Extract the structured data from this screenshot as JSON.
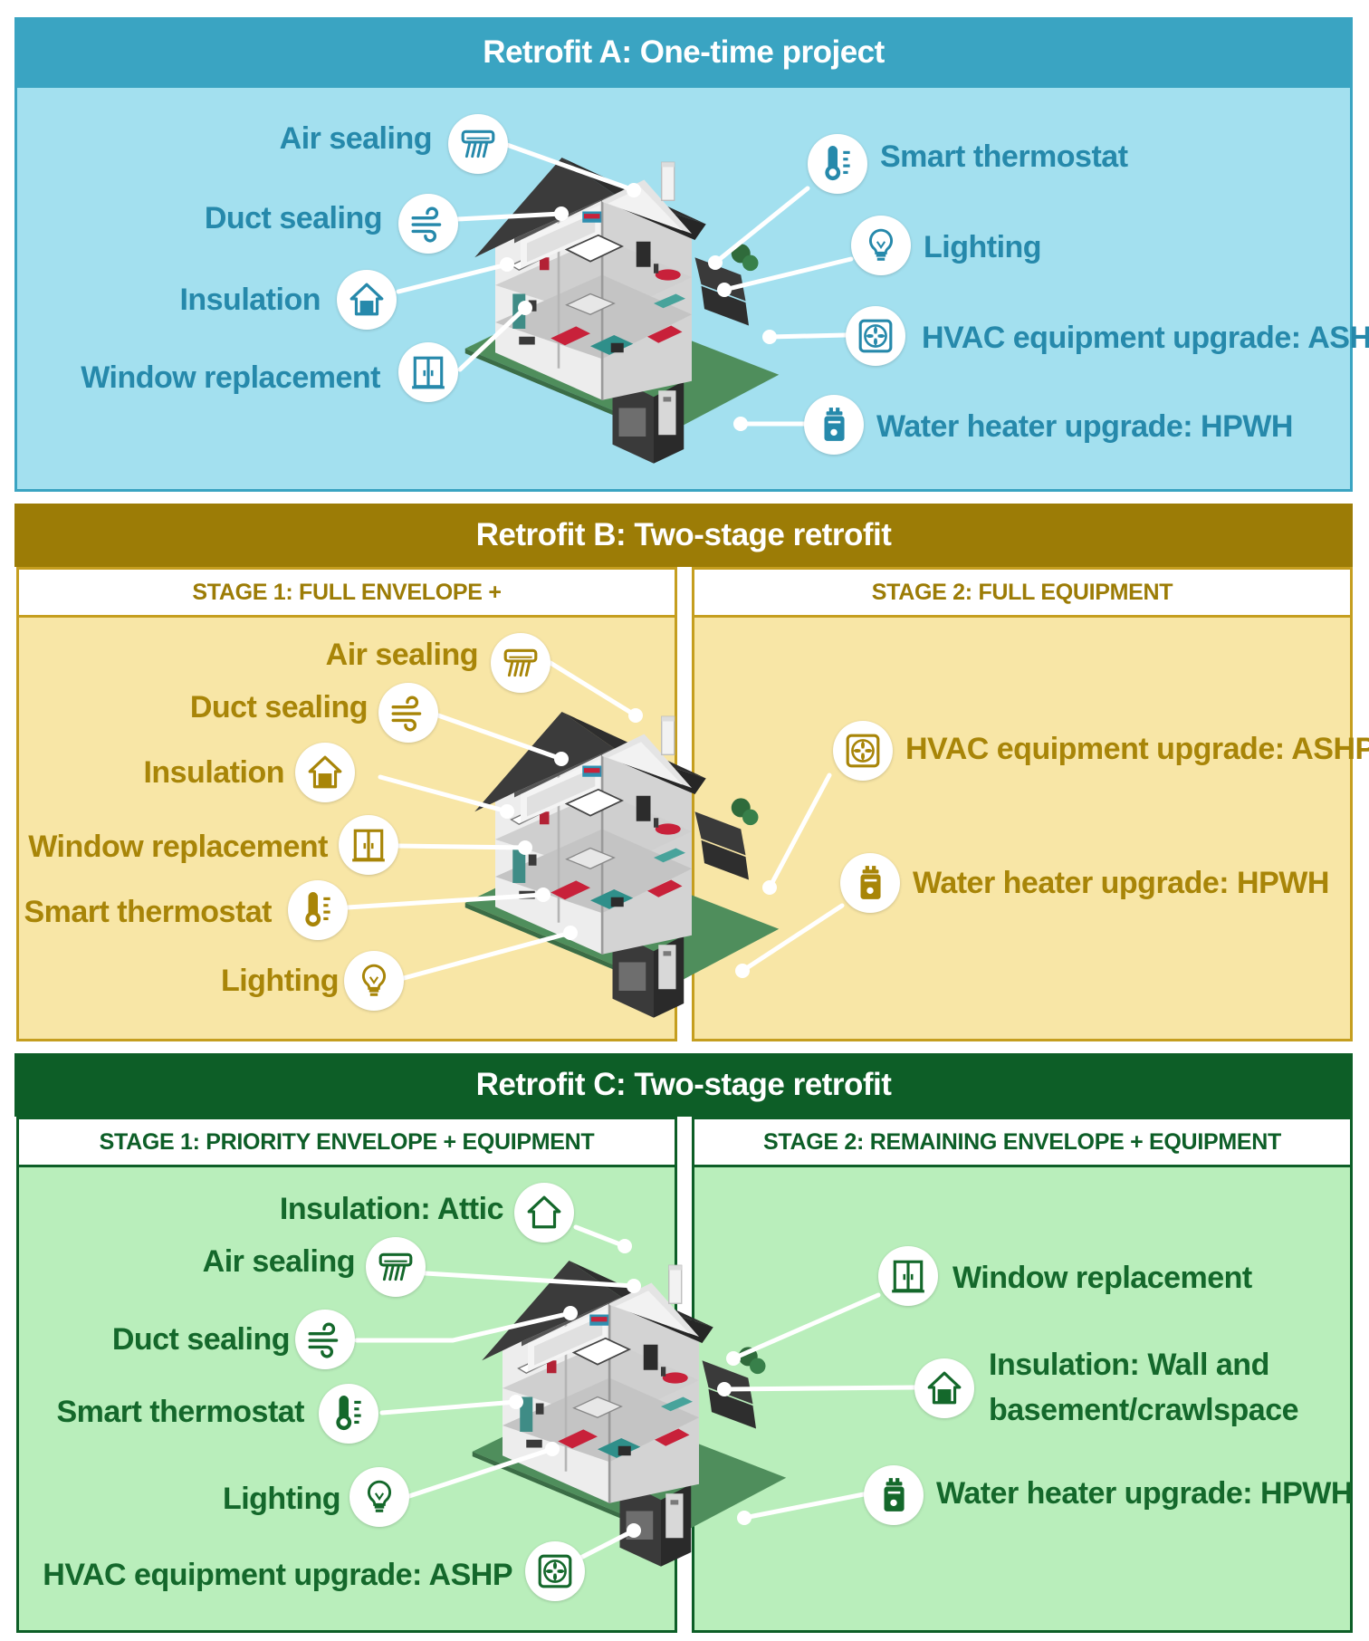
{
  "colors": {
    "a_band": "#3aa4c2",
    "a_bg": "#a3e0ef",
    "a_text": "#2689ab",
    "b_band": "#9c7c06",
    "b_bg": "#f8e6a6",
    "b_text": "#a88508",
    "c_band": "#0d5e27",
    "c_bg": "#b9eebb",
    "c_text": "#14682b"
  },
  "retrofit_a": {
    "title": "Retrofit A: One-time project",
    "left_items": [
      {
        "label": "Air sealing",
        "icon": "air-sealing-icon"
      },
      {
        "label": "Duct sealing",
        "icon": "duct-sealing-icon"
      },
      {
        "label": "Insulation",
        "icon": "insulation-icon"
      },
      {
        "label": "Window replacement",
        "icon": "window-icon"
      }
    ],
    "right_items": [
      {
        "label": "Smart thermostat",
        "icon": "thermostat-icon"
      },
      {
        "label": "Lighting",
        "icon": "lightbulb-icon"
      },
      {
        "label": "HVAC equipment upgrade: ASHP",
        "icon": "hvac-fan-icon"
      },
      {
        "label": "Water heater upgrade: HPWH",
        "icon": "water-heater-icon"
      }
    ]
  },
  "retrofit_b": {
    "title": "Retrofit B: Two-stage retrofit",
    "stage1": "STAGE 1: FULL ENVELOPE +",
    "stage2": "STAGE 2: FULL EQUIPMENT",
    "left_items": [
      {
        "label": "Air sealing",
        "icon": "air-sealing-icon"
      },
      {
        "label": "Duct sealing",
        "icon": "duct-sealing-icon"
      },
      {
        "label": "Insulation",
        "icon": "insulation-icon"
      },
      {
        "label": "Window replacement",
        "icon": "window-icon"
      },
      {
        "label": "Smart thermostat",
        "icon": "thermostat-icon"
      },
      {
        "label": "Lighting",
        "icon": "lightbulb-icon"
      }
    ],
    "right_items": [
      {
        "label": "HVAC equipment upgrade: ASHP",
        "icon": "hvac-fan-icon"
      },
      {
        "label": "Water heater upgrade: HPWH",
        "icon": "water-heater-icon"
      }
    ]
  },
  "retrofit_c": {
    "title": "Retrofit C: Two-stage retrofit",
    "stage1": "STAGE 1: PRIORITY ENVELOPE + EQUIPMENT",
    "stage2": "STAGE 2: REMAINING ENVELOPE + EQUIPMENT",
    "left_items": [
      {
        "label": "Insulation: Attic",
        "icon": "insulation-icon"
      },
      {
        "label": "Air sealing",
        "icon": "air-sealing-icon"
      },
      {
        "label": "Duct sealing",
        "icon": "duct-sealing-icon"
      },
      {
        "label": "Smart thermostat",
        "icon": "thermostat-icon"
      },
      {
        "label": "Lighting",
        "icon": "lightbulb-icon"
      },
      {
        "label": "HVAC equipment upgrade: ASHP",
        "icon": "hvac-fan-icon"
      }
    ],
    "right_items": [
      {
        "label": "Window replacement",
        "icon": "window-icon"
      },
      {
        "label": "Insulation: Wall and",
        "label_line2": "basement/crawlspace",
        "icon": "insulation-icon"
      },
      {
        "label": "Water heater upgrade: HPWH",
        "icon": "water-heater-icon"
      }
    ]
  }
}
